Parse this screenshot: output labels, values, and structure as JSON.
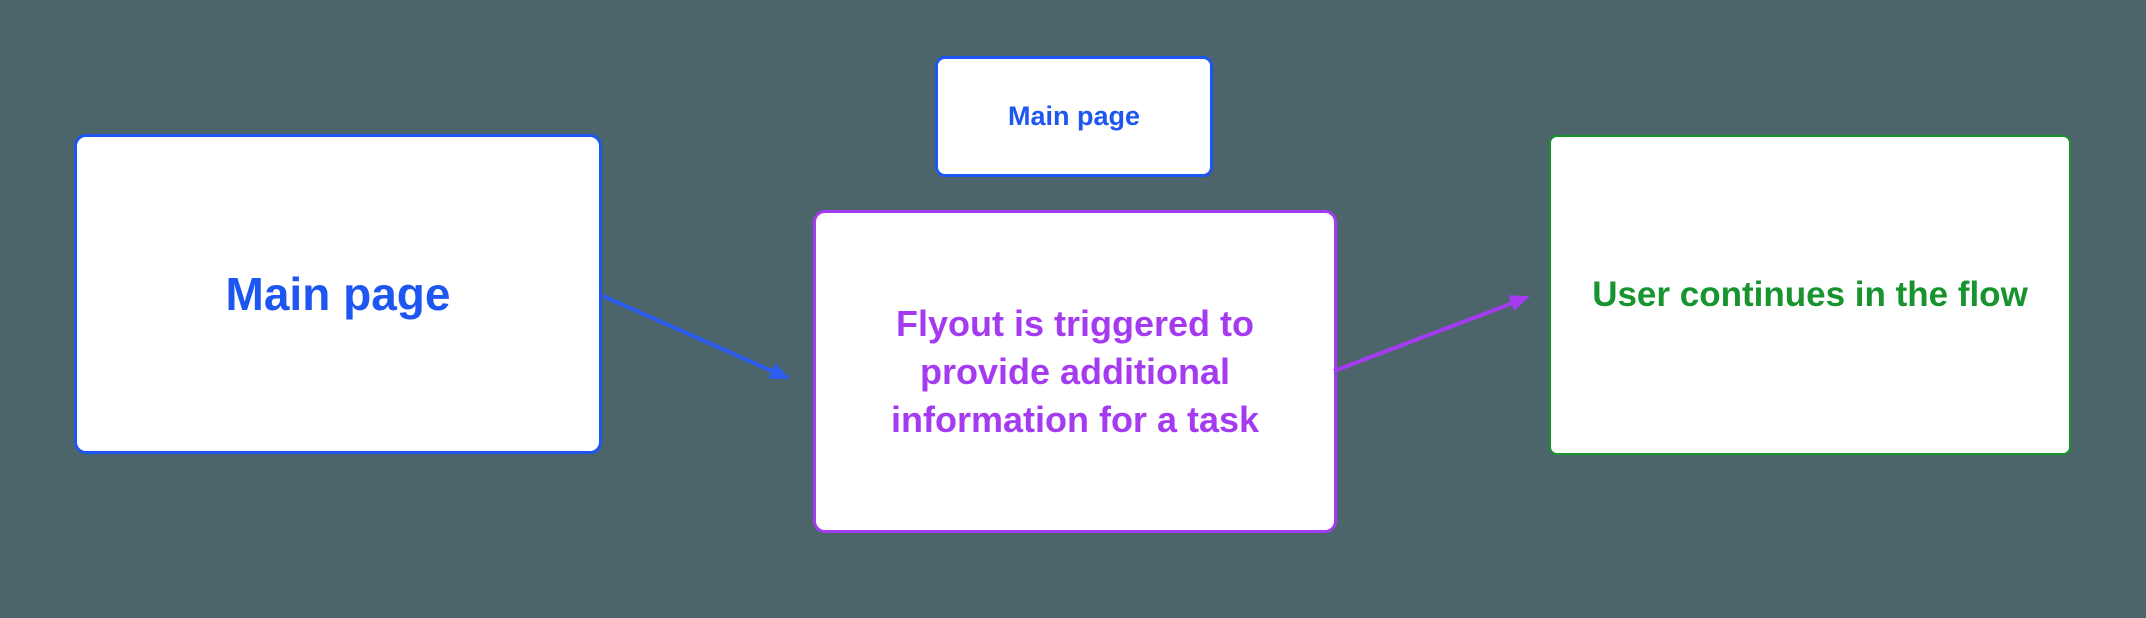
{
  "canvas": {
    "background": "#4c656a"
  },
  "colors": {
    "blue": "#1d56f0",
    "purple": "#a43bf0",
    "green": "#17942d",
    "arrow_blue": "#2c5ef2",
    "arrow_purple": "#a43bf0",
    "node_fill": "#ffffff"
  },
  "nodes": {
    "main_page": {
      "label": "Main page",
      "text_color": "#1d56f0",
      "border_color": "#1d56f0"
    },
    "main_page_mini": {
      "label": "Main page",
      "text_color": "#1d56f0",
      "border_color": "#1d56f0"
    },
    "flyout": {
      "label": "Flyout is triggered to provide additional information for a task",
      "lines": [
        "Flyout is triggered to",
        "provide additional",
        "information for a task"
      ],
      "text_color": "#a43bf0",
      "border_color": "#a43bf0"
    },
    "flow_continue": {
      "label": "User continues in the flow",
      "text_color": "#17942d",
      "border_color": "#17942d"
    }
  },
  "connectors": [
    {
      "name": "main-page-to-flyout",
      "from": "Main page",
      "to": "Flyout is triggered to provide additional information for a task",
      "color": "#2c5ef2"
    },
    {
      "name": "flyout-to-flow-continue",
      "from": "Flyout is triggered to provide additional information for a task",
      "to": "User continues in the flow",
      "color": "#a43bf0"
    }
  ]
}
